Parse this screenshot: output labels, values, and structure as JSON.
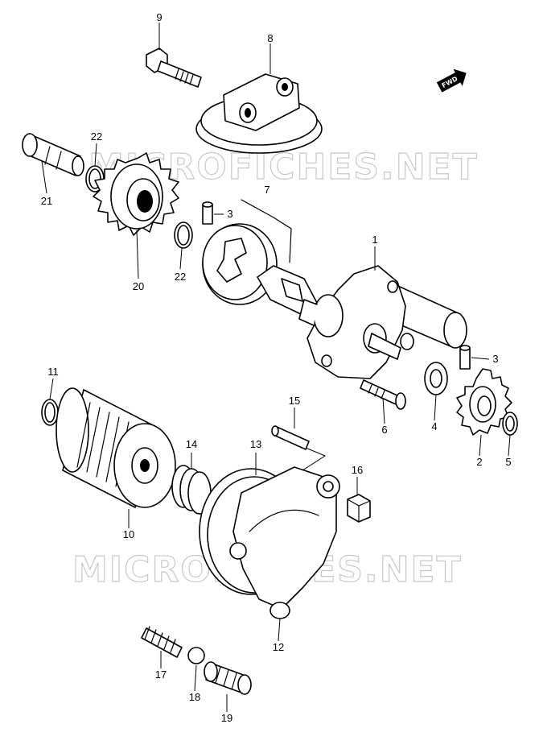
{
  "watermark": {
    "text": "MICROFICHES.NET"
  },
  "direction_badge": {
    "text": "FWD"
  },
  "callouts": {
    "c1": "1",
    "c2": "2",
    "c3a": "3",
    "c3b": "3",
    "c4": "4",
    "c5": "5",
    "c6": "6",
    "c7": "7",
    "c8": "8",
    "c9": "9",
    "c10": "10",
    "c11": "11",
    "c12": "12",
    "c13": "13",
    "c14": "14",
    "c15": "15",
    "c16": "16",
    "c17": "17",
    "c18": "18",
    "c19": "19",
    "c20": "20",
    "c21": "21",
    "c22a": "22",
    "c22b": "22"
  }
}
